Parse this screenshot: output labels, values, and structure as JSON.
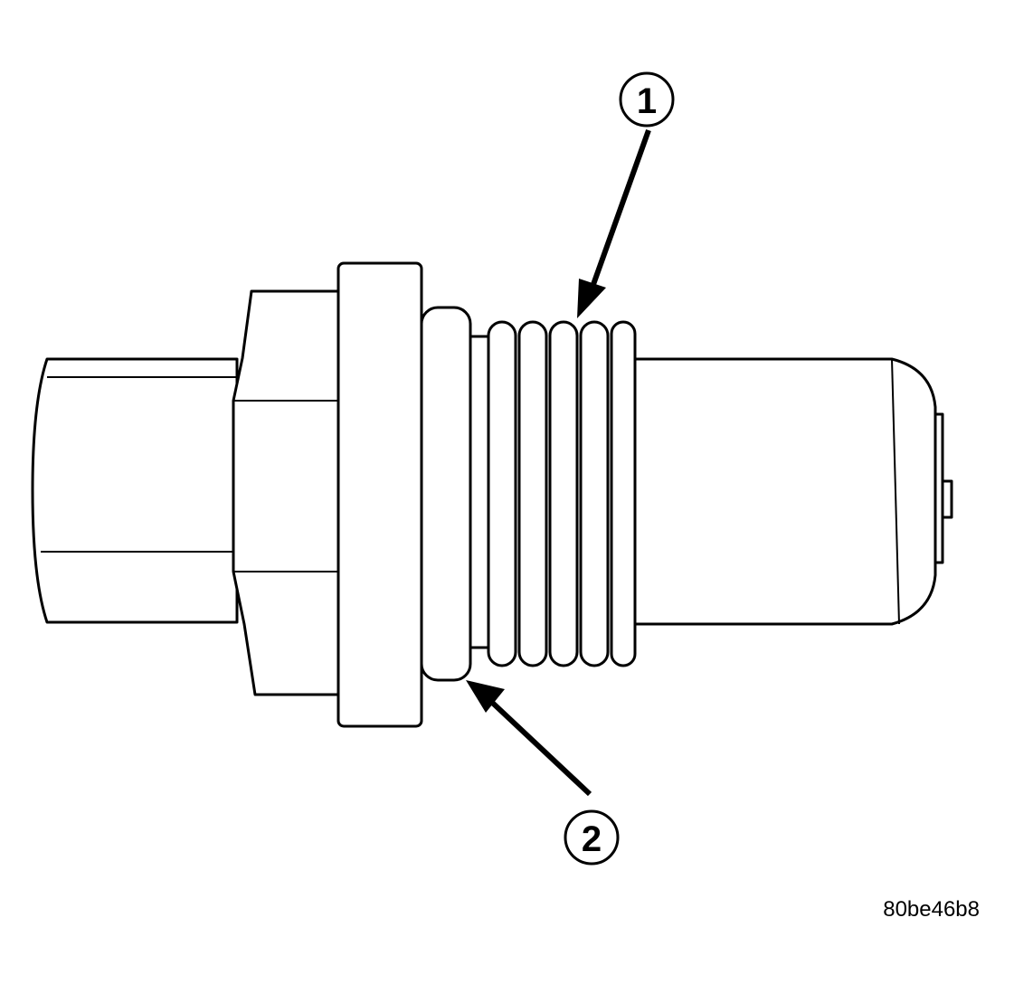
{
  "callouts": [
    {
      "number": "1"
    },
    {
      "number": "2"
    }
  ],
  "reference_code": "80be46b8",
  "colors": {
    "line": "#000000",
    "background": "#ffffff"
  }
}
